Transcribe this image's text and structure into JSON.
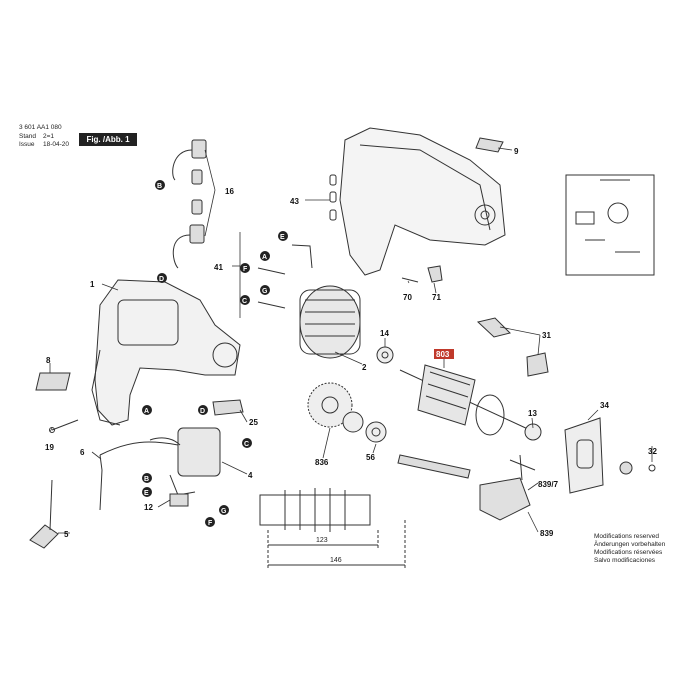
{
  "header": {
    "part_number": "3 601 AA1 080",
    "stand_label": "Stand",
    "stand_value": "2=1",
    "issue_label": "Issue",
    "issue_value": "18-04-20",
    "figure_label": "Fig. /Abb. 1"
  },
  "callouts": {
    "c1": "1",
    "c2": "2",
    "c4": "4",
    "c5": "5",
    "c6": "6",
    "c8": "8",
    "c9": "9",
    "c12": "12",
    "c13": "13",
    "c14": "14",
    "c16": "16",
    "c19": "19",
    "c25": "25",
    "c31": "31",
    "c32": "32",
    "c34": "34",
    "c41": "41",
    "c43": "43",
    "c56": "56",
    "c70": "70",
    "c71": "71",
    "c836": "836",
    "c839_7": "839/7",
    "c839": "839",
    "c_highlight": "803"
  },
  "letters": {
    "A": "A",
    "B": "B",
    "C": "C",
    "D": "D",
    "E": "E",
    "F": "F",
    "G": "G"
  },
  "dimensions": {
    "d123": "123",
    "d146": "146"
  },
  "modifications": [
    "Modifications reserved",
    "Änderungen vorbehalten",
    "Modifications réservées",
    "Salvo modificaciones"
  ],
  "colors": {
    "line": "#333333",
    "callout_line": "#333333",
    "highlight": "#c0392b",
    "shade": "#cfcfcf"
  }
}
